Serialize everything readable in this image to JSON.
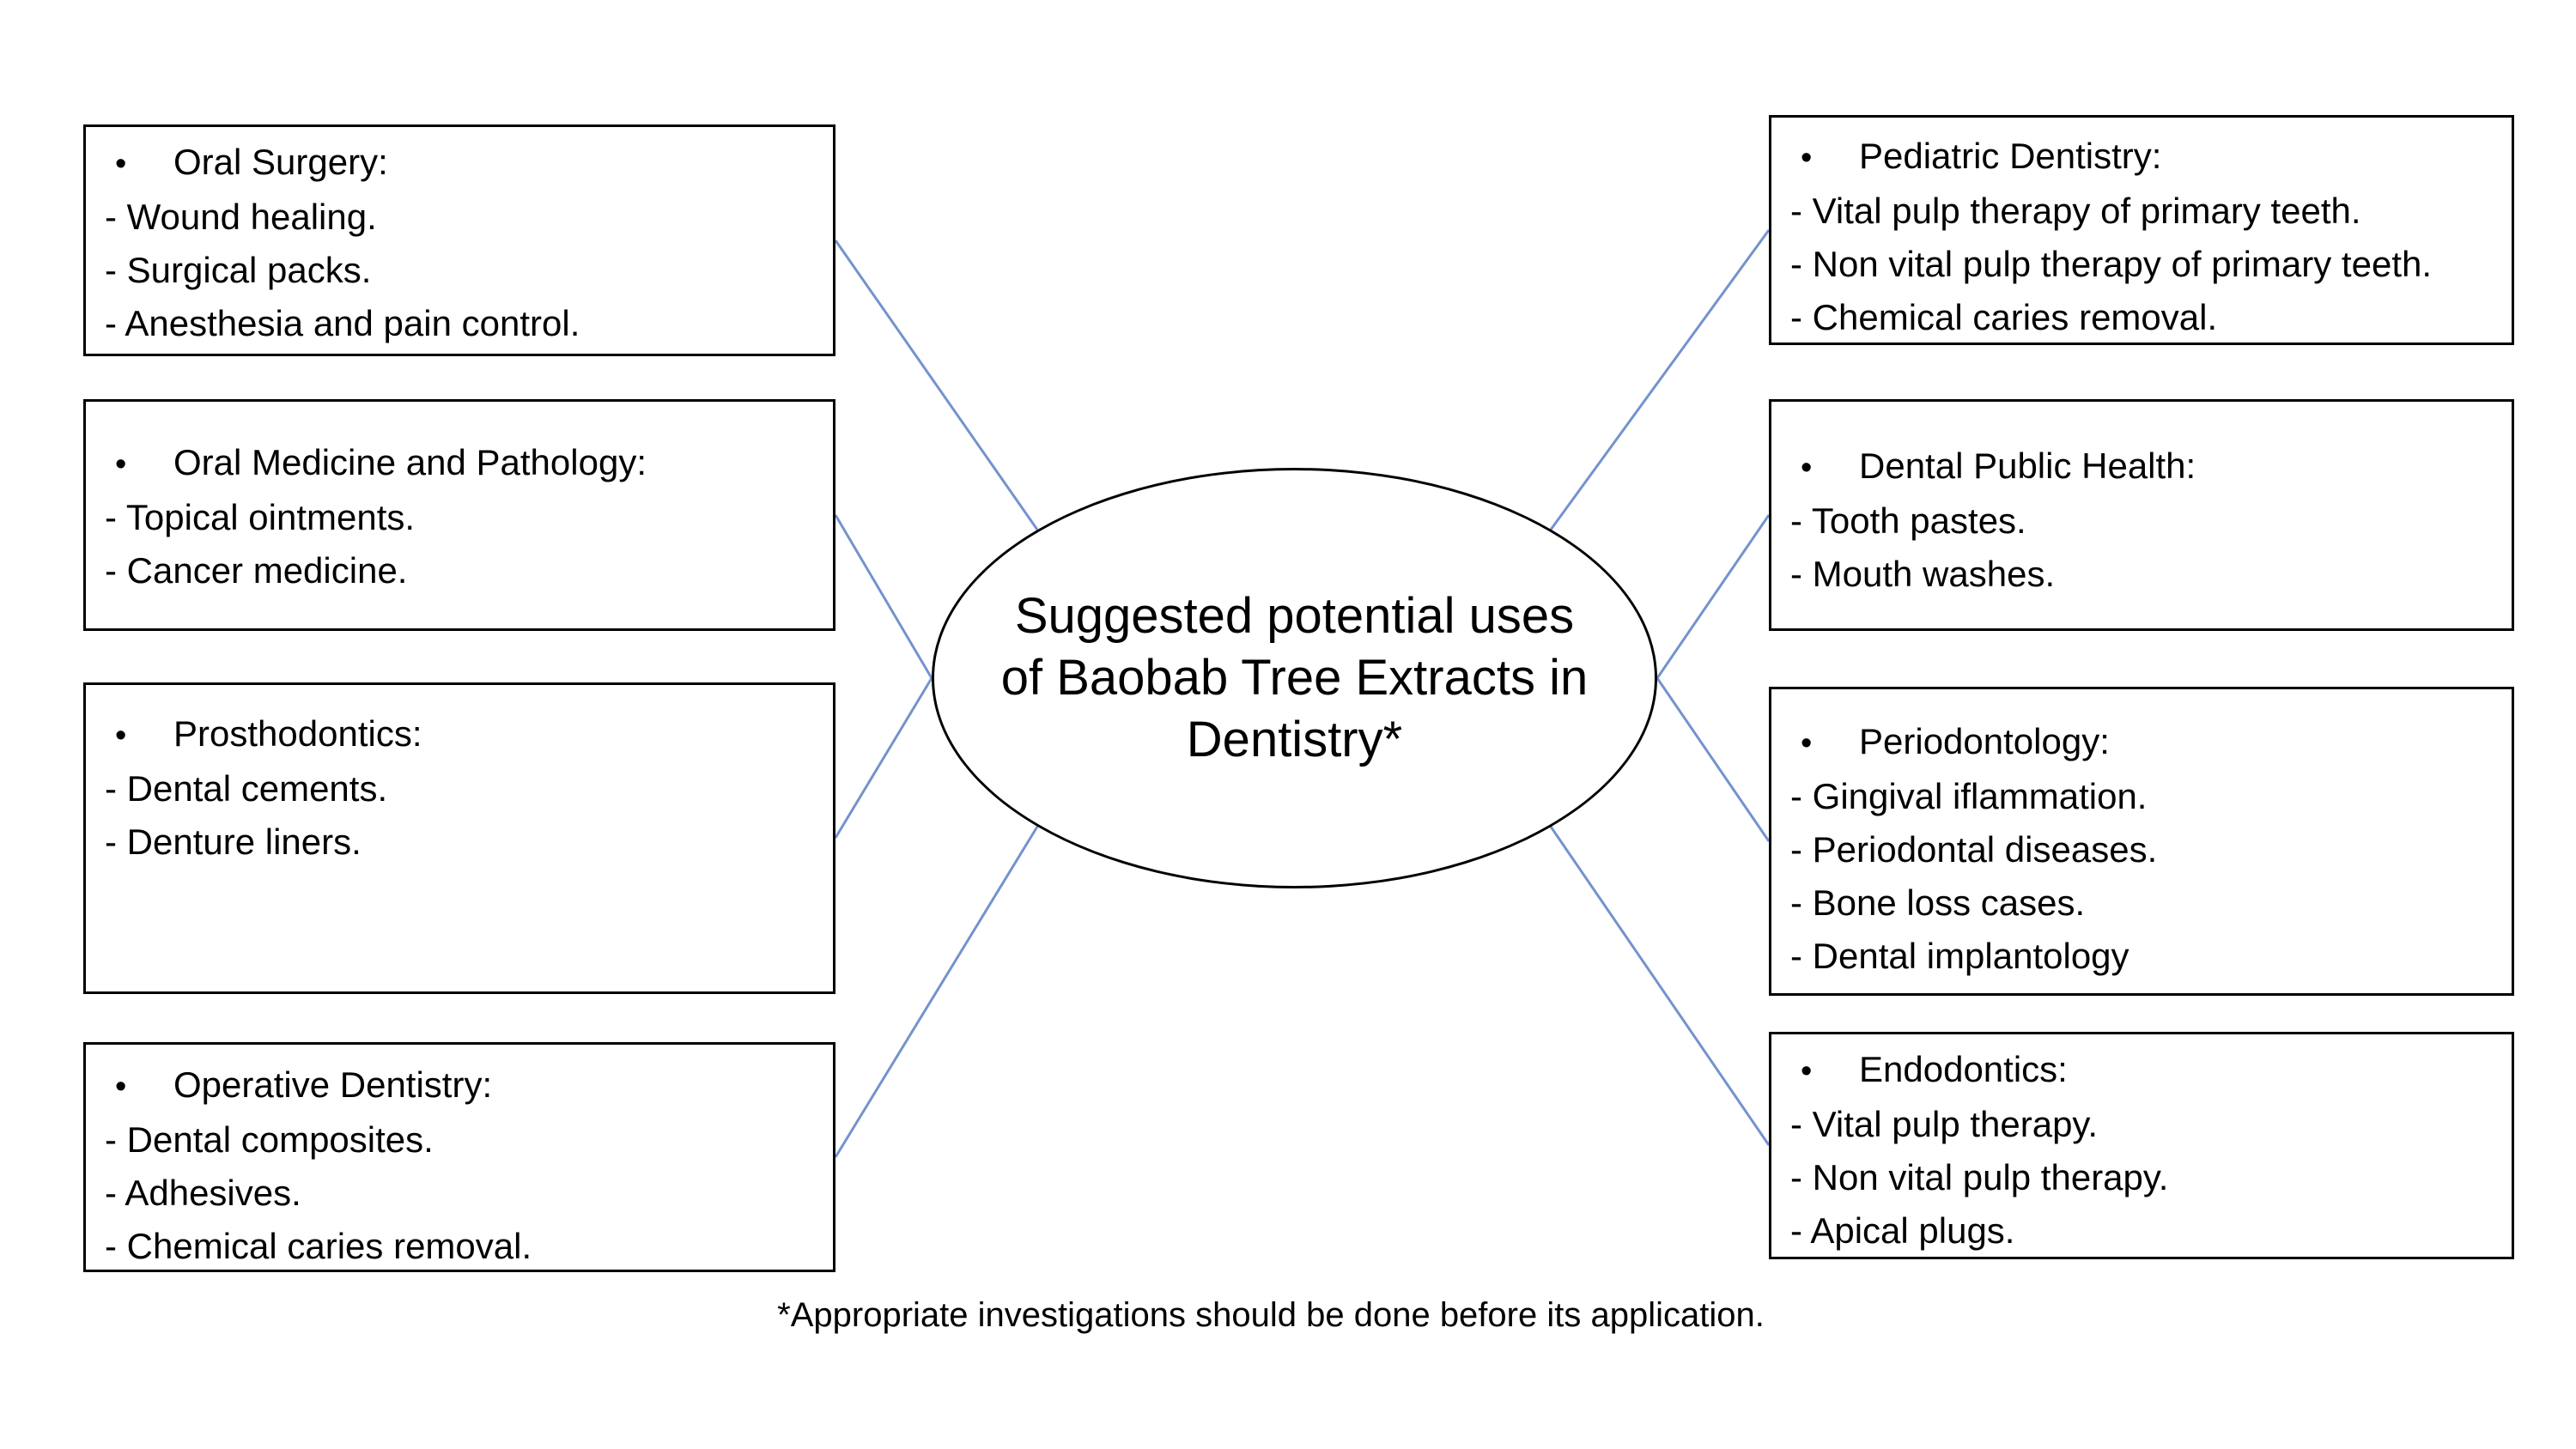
{
  "colors": {
    "connector_blue": "#7393cd",
    "box_border": "#000000",
    "text": "#000000",
    "background": "#ffffff"
  },
  "bullet_glyph": "•",
  "center_ellipse": {
    "lines": [
      "Suggested potential uses",
      "of Baobab Tree Extracts in",
      "Dentistry*"
    ]
  },
  "footnote": "*Appropriate investigations should be done before its application.",
  "left_boxes": [
    {
      "title": "Oral Surgery:",
      "items": [
        "- Wound healing.",
        "- Surgical packs.",
        "- Anesthesia and pain control."
      ]
    },
    {
      "title": "Oral Medicine and Pathology:",
      "items": [
        "- Topical ointments.",
        "- Cancer medicine."
      ]
    },
    {
      "title": "Prosthodontics:",
      "items": [
        "- Dental cements.",
        "- Denture liners."
      ]
    },
    {
      "title": "Operative Dentistry:",
      "items": [
        "- Dental composites.",
        "- Adhesives.",
        "- Chemical caries removal."
      ]
    }
  ],
  "right_boxes": [
    {
      "title": "Pediatric Dentistry:",
      "items": [
        "- Vital pulp therapy of primary teeth.",
        "- Non vital pulp therapy of primary teeth.",
        "- Chemical caries removal."
      ]
    },
    {
      "title": "Dental Public Health:",
      "items": [
        "- Tooth pastes.",
        "- Mouth washes."
      ]
    },
    {
      "title": "Periodontology:",
      "items": [
        "- Gingival iflammation.",
        "- Periodontal diseases.",
        "- Bone loss cases.",
        "- Dental implantology"
      ]
    },
    {
      "title": "Endodontics:",
      "items": [
        "- Vital pulp therapy.",
        "- Non vital pulp therapy.",
        "- Apical plugs."
      ]
    }
  ]
}
